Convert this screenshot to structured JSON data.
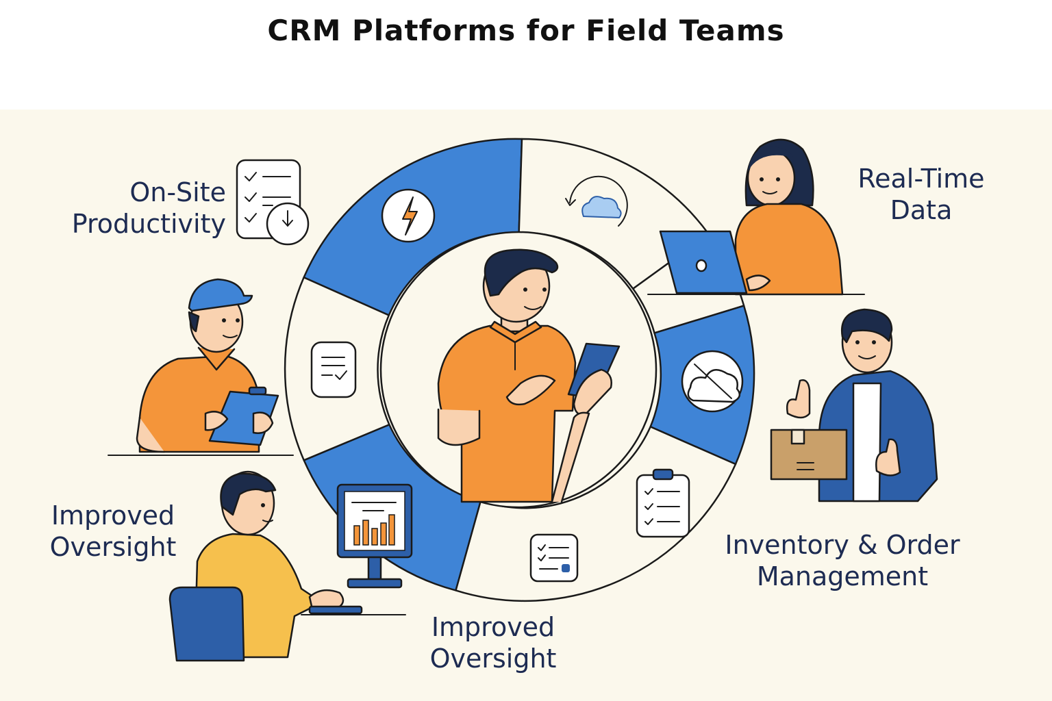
{
  "title": "CRM Platforms for Field Teams",
  "labels": {
    "on_site_productivity": "On-Site Productivity",
    "real_time_data": "Real-Time Data",
    "improved_oversight_left": "Improved Oversight",
    "improved_oversight_bottom": "Improved Oversight",
    "inventory_order_management": "Inventory & Order Management"
  },
  "colors": {
    "background": "#fbf8ec",
    "accent_blue": "#3f84d6",
    "dark_blue": "#2d5fa8",
    "orange": "#f4953a",
    "yellow": "#f6c04d",
    "text": "#1d2b52",
    "outline": "#1a1a1a"
  },
  "icons": [
    "lightning-icon",
    "cloud-sync-icon",
    "document-check-icon",
    "no-cloud-icon",
    "chart-monitor-icon",
    "checklist-icon",
    "clipboard-checklist-icon",
    "task-list-clock-icon"
  ]
}
